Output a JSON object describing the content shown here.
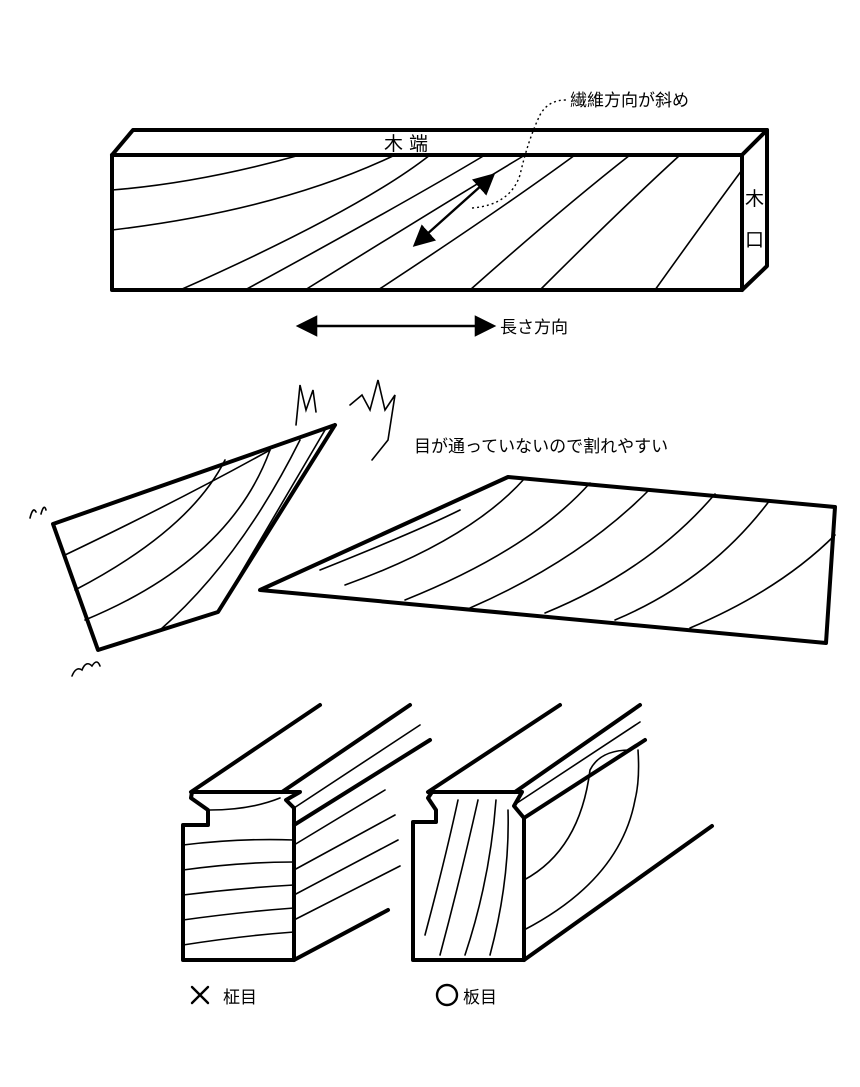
{
  "labels": {
    "end_grain_top": "木 端",
    "end_face_char1": "木",
    "end_face_char2": "口",
    "fiber_diagonal": "繊維方向が斜め",
    "length_direction": "長さ方向",
    "splits_easily": "目が通っていないので割れやすい",
    "bad_mark": "×",
    "bad_label": "柾目",
    "good_mark": "○",
    "good_label": "板目"
  },
  "colors": {
    "line": "#000000",
    "background": "#ffffff"
  },
  "icons": {
    "bad": "cross-mark-icon",
    "good": "circle-mark-icon"
  }
}
